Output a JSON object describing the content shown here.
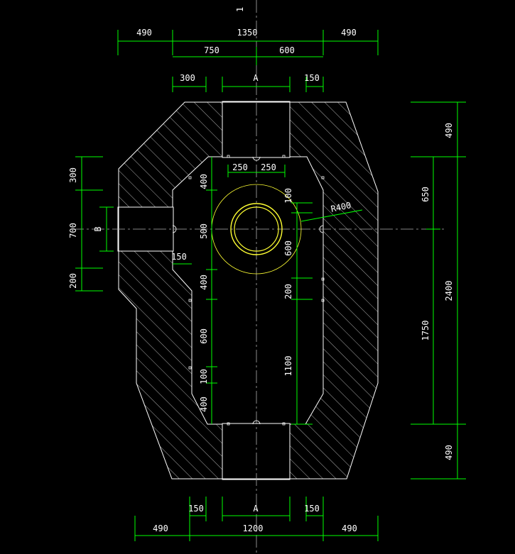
{
  "colors": {
    "background": "#000000",
    "outline": "#ffffff",
    "dimension": "#00ff00",
    "dimension_text": "#ffffff",
    "centerline": "#b0b0b0",
    "circle": "#ffff33",
    "hatch": "#ffffff"
  },
  "section_mark": "1",
  "top_dims": {
    "d1": "490",
    "d2": "1350",
    "d3": "490",
    "d4": "750",
    "d5": "600",
    "d6": "300",
    "d7": "A",
    "d8": "150"
  },
  "bottom_dims": {
    "d1": "150",
    "d2": "A",
    "d3": "150",
    "d4": "490",
    "d5": "1200",
    "d6": "490"
  },
  "left_dims": {
    "d1": "300",
    "d2": "700",
    "d3": "B",
    "d4": "200"
  },
  "right_dims": {
    "d1": "490",
    "d2": "650",
    "d3": "2400",
    "d4": "1750",
    "d5": "490"
  },
  "inner_left_dims": {
    "d1": "400",
    "d2": "500",
    "d3": "150",
    "d4": "400",
    "d5": "600",
    "d6": "100",
    "d7": "400"
  },
  "inner_right_dims": {
    "d1": "100",
    "d2": "600",
    "d3": "200",
    "d4": "1100"
  },
  "inner_top_dims": {
    "d1": "250",
    "d2": "250"
  },
  "radius_label": "R400"
}
